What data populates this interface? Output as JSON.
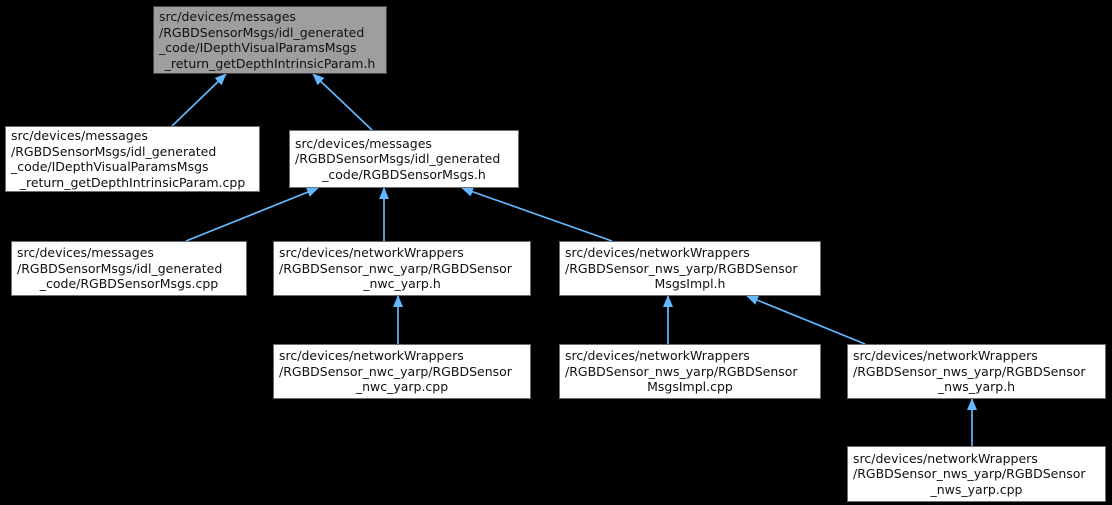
{
  "diagram": {
    "type": "include-dependency-graph",
    "background_color": "#000000",
    "edge_color": "#63b8ff",
    "node_fill": "#ffffff",
    "node_border_color": "#6e6e6e",
    "highlight_node_fill": "#9e9e9e",
    "text_color": "#111111",
    "nodes": [
      {
        "id": "idepthvisualparams-return-h",
        "highlighted": true,
        "lines": [
          "src/devices/messages",
          "/RGBDSensorMsgs/idl_generated",
          "_code/IDepthVisualParamsMsgs",
          "_return_getDepthIntrinsicParam.h"
        ]
      },
      {
        "id": "idepthvisualparams-return-cpp",
        "highlighted": false,
        "lines": [
          "src/devices/messages",
          "/RGBDSensorMsgs/idl_generated",
          "_code/IDepthVisualParamsMsgs",
          "_return_getDepthIntrinsicParam.cpp"
        ]
      },
      {
        "id": "rgbdsensormsgs-h",
        "highlighted": false,
        "lines": [
          "src/devices/messages",
          "/RGBDSensorMsgs/idl_generated",
          "_code/RGBDSensorMsgs.h"
        ]
      },
      {
        "id": "rgbdsensormsgs-cpp",
        "highlighted": false,
        "lines": [
          "src/devices/messages",
          "/RGBDSensorMsgs/idl_generated",
          "_code/RGBDSensorMsgs.cpp"
        ]
      },
      {
        "id": "rgbdsensor-nwc-yarp-h",
        "highlighted": false,
        "lines": [
          "src/devices/networkWrappers",
          "/RGBDSensor_nwc_yarp/RGBDSensor",
          "_nwc_yarp.h"
        ]
      },
      {
        "id": "rgbdsensormsgsimpl-h",
        "highlighted": false,
        "lines": [
          "src/devices/networkWrappers",
          "/RGBDSensor_nws_yarp/RGBDSensor",
          "MsgsImpl.h"
        ]
      },
      {
        "id": "rgbdsensor-nwc-yarp-cpp",
        "highlighted": false,
        "lines": [
          "src/devices/networkWrappers",
          "/RGBDSensor_nwc_yarp/RGBDSensor",
          "_nwc_yarp.cpp"
        ]
      },
      {
        "id": "rgbdsensormsgsimpl-cpp",
        "highlighted": false,
        "lines": [
          "src/devices/networkWrappers",
          "/RGBDSensor_nws_yarp/RGBDSensor",
          "MsgsImpl.cpp"
        ]
      },
      {
        "id": "rgbdsensor-nws-yarp-h",
        "highlighted": false,
        "lines": [
          "src/devices/networkWrappers",
          "/RGBDSensor_nws_yarp/RGBDSensor",
          "_nws_yarp.h"
        ]
      },
      {
        "id": "rgbdsensor-nws-yarp-cpp",
        "highlighted": false,
        "lines": [
          "src/devices/networkWrappers",
          "/RGBDSensor_nws_yarp/RGBDSensor",
          "_nws_yarp.cpp"
        ]
      }
    ],
    "edges": [
      {
        "from": "idepthvisualparams-return-cpp",
        "to": "idepthvisualparams-return-h"
      },
      {
        "from": "rgbdsensormsgs-h",
        "to": "idepthvisualparams-return-h"
      },
      {
        "from": "rgbdsensormsgs-cpp",
        "to": "rgbdsensormsgs-h"
      },
      {
        "from": "rgbdsensor-nwc-yarp-h",
        "to": "rgbdsensormsgs-h"
      },
      {
        "from": "rgbdsensormsgsimpl-h",
        "to": "rgbdsensormsgs-h"
      },
      {
        "from": "rgbdsensor-nwc-yarp-cpp",
        "to": "rgbdsensor-nwc-yarp-h"
      },
      {
        "from": "rgbdsensormsgsimpl-cpp",
        "to": "rgbdsensormsgsimpl-h"
      },
      {
        "from": "rgbdsensor-nws-yarp-h",
        "to": "rgbdsensormsgsimpl-h"
      },
      {
        "from": "rgbdsensor-nws-yarp-cpp",
        "to": "rgbdsensor-nws-yarp-h"
      }
    ]
  }
}
